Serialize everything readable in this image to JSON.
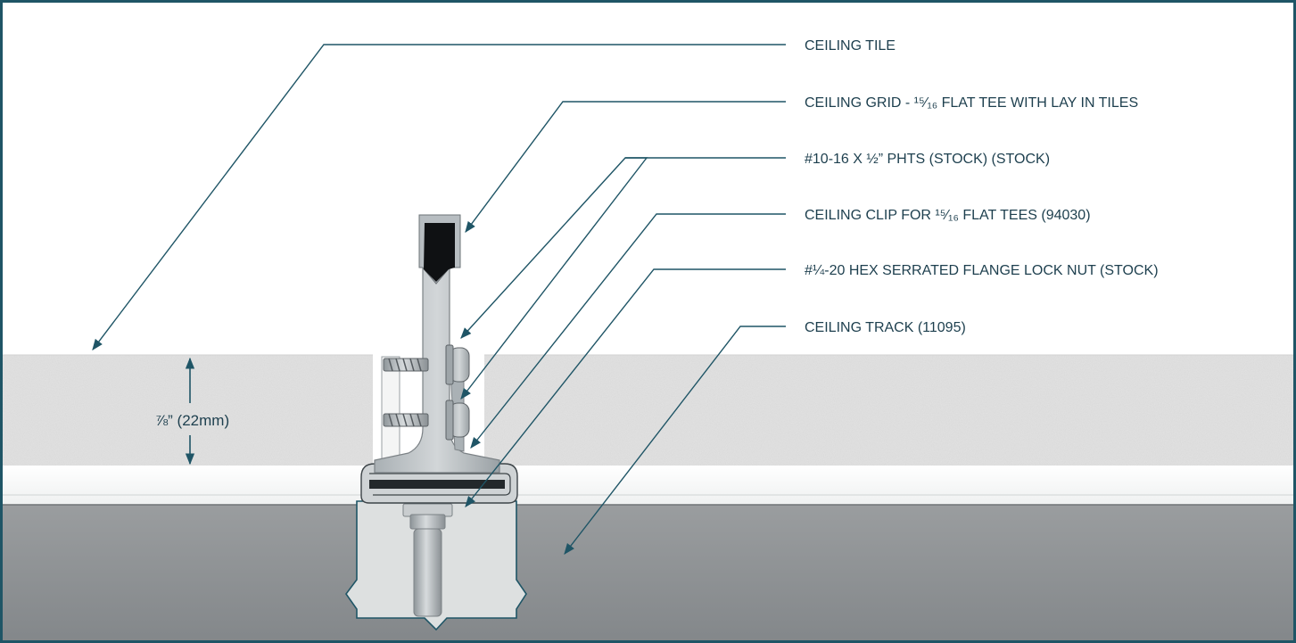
{
  "colors": {
    "frame": "#1f5566",
    "leader": "#1f5566",
    "label_text": "#1d3f4e",
    "track_gray": "#8b8e90",
    "tile_gray": "#e2e2e2",
    "white_band": "#f7f8f8",
    "box_fill": "#dfe2e2",
    "metal": "#b9bfc3"
  },
  "callouts": [
    {
      "id": "ceiling-tile",
      "label": "CEILING TILE"
    },
    {
      "id": "ceiling-grid",
      "label": "CEILING GRID -  ¹⁵⁄₁₆ FLAT TEE  WITH LAY IN TILES"
    },
    {
      "id": "screw",
      "label": "#10-16 X ½” PHTS (STOCK) (STOCK)"
    },
    {
      "id": "ceiling-clip",
      "label": "CEILING CLIP FOR ¹⁵⁄₁₆ FLAT TEES (94030)"
    },
    {
      "id": "lock-nut",
      "label": "#¼-20 HEX SERRATED FLANGE LOCK NUT (STOCK)"
    },
    {
      "id": "ceiling-track",
      "label": "CEILING TRACK (11095)"
    }
  ],
  "dimension": {
    "label": "⅞” (22mm)"
  }
}
